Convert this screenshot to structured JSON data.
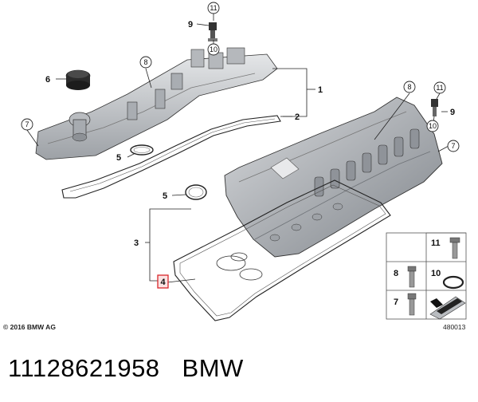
{
  "callouts": {
    "n1": "1",
    "n2": "2",
    "n3": "3",
    "n4": "4",
    "n5a": "5",
    "n5b": "5",
    "n6": "6",
    "n7a": "7",
    "n7b": "7",
    "n8a": "8",
    "n8b": "8",
    "n9a": "9",
    "n9b": "9",
    "n10a": "10",
    "n10b": "10",
    "n11a": "11",
    "n11b": "11"
  },
  "legend": {
    "k11": "11",
    "k8": "8",
    "k10": "10",
    "k7": "7"
  },
  "footer": {
    "copyright": "© 2016 BMW AG",
    "image_number": "480013"
  },
  "caption": {
    "part_number": "11128621958",
    "brand": "BMW"
  },
  "colors": {
    "metal": "#c9ccd0",
    "metal_dark": "#8e9297",
    "line": "#222222",
    "highlight": "#d9262b"
  }
}
